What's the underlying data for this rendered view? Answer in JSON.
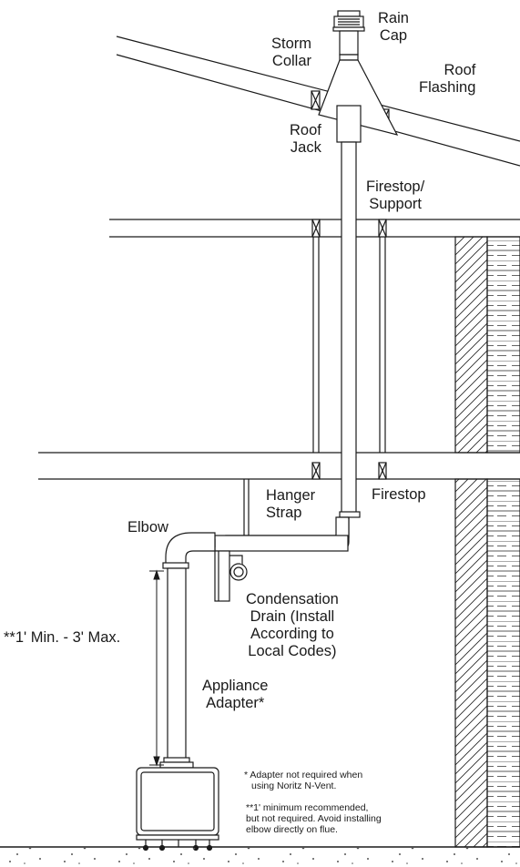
{
  "labels": {
    "rain_cap": [
      "Rain",
      "Cap"
    ],
    "storm_collar": [
      "Storm",
      "Collar"
    ],
    "roof_flashing": [
      "Roof",
      "Flashing"
    ],
    "roof_jack": [
      "Roof",
      "Jack"
    ],
    "firestop_support": [
      "Firestop/",
      "Support"
    ],
    "hanger_strap": [
      "Hanger",
      "Strap"
    ],
    "firestop": "Firestop",
    "elbow": "Elbow",
    "condensation_drain": [
      "Condensation",
      "Drain (Install",
      "According to",
      "Local Codes)"
    ],
    "min_max": "**1' Min. - 3' Max.",
    "appliance_adapter": [
      "Appliance",
      "Adapter*"
    ]
  },
  "notes": {
    "adapter_note": [
      "* Adapter not required when",
      "using Noritz N-Vent."
    ],
    "minimum_note": [
      "**1' minimum recommended,",
      "but not required. Avoid installing",
      "elbow directly on flue."
    ]
  }
}
